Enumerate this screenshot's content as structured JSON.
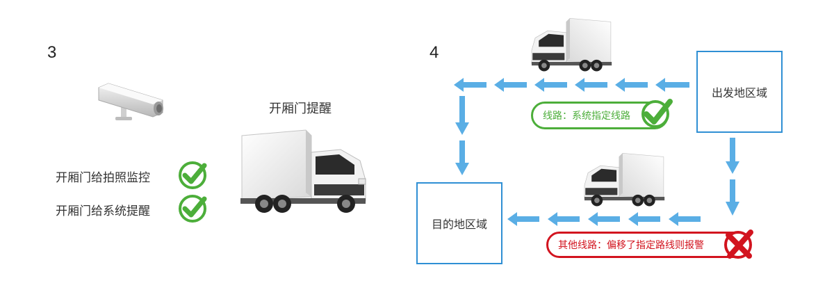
{
  "left_panel": {
    "step_number": "3",
    "title": "开厢门提醒",
    "items": [
      {
        "label": "开厢门给拍照监控"
      },
      {
        "label": "开厢门给系统提醒"
      }
    ]
  },
  "right_panel": {
    "step_number": "4",
    "origin_label": "出发地区域",
    "destination_label": "目的地区域",
    "route_ok_label": "线路：系统指定线路",
    "route_bad_label": "其他线路：偏移了指定路线则报警"
  },
  "colors": {
    "arrow": "#5aaee5",
    "box_border": "#2f8fd4",
    "ok": "#4cae3a",
    "alert": "#d2141f"
  }
}
